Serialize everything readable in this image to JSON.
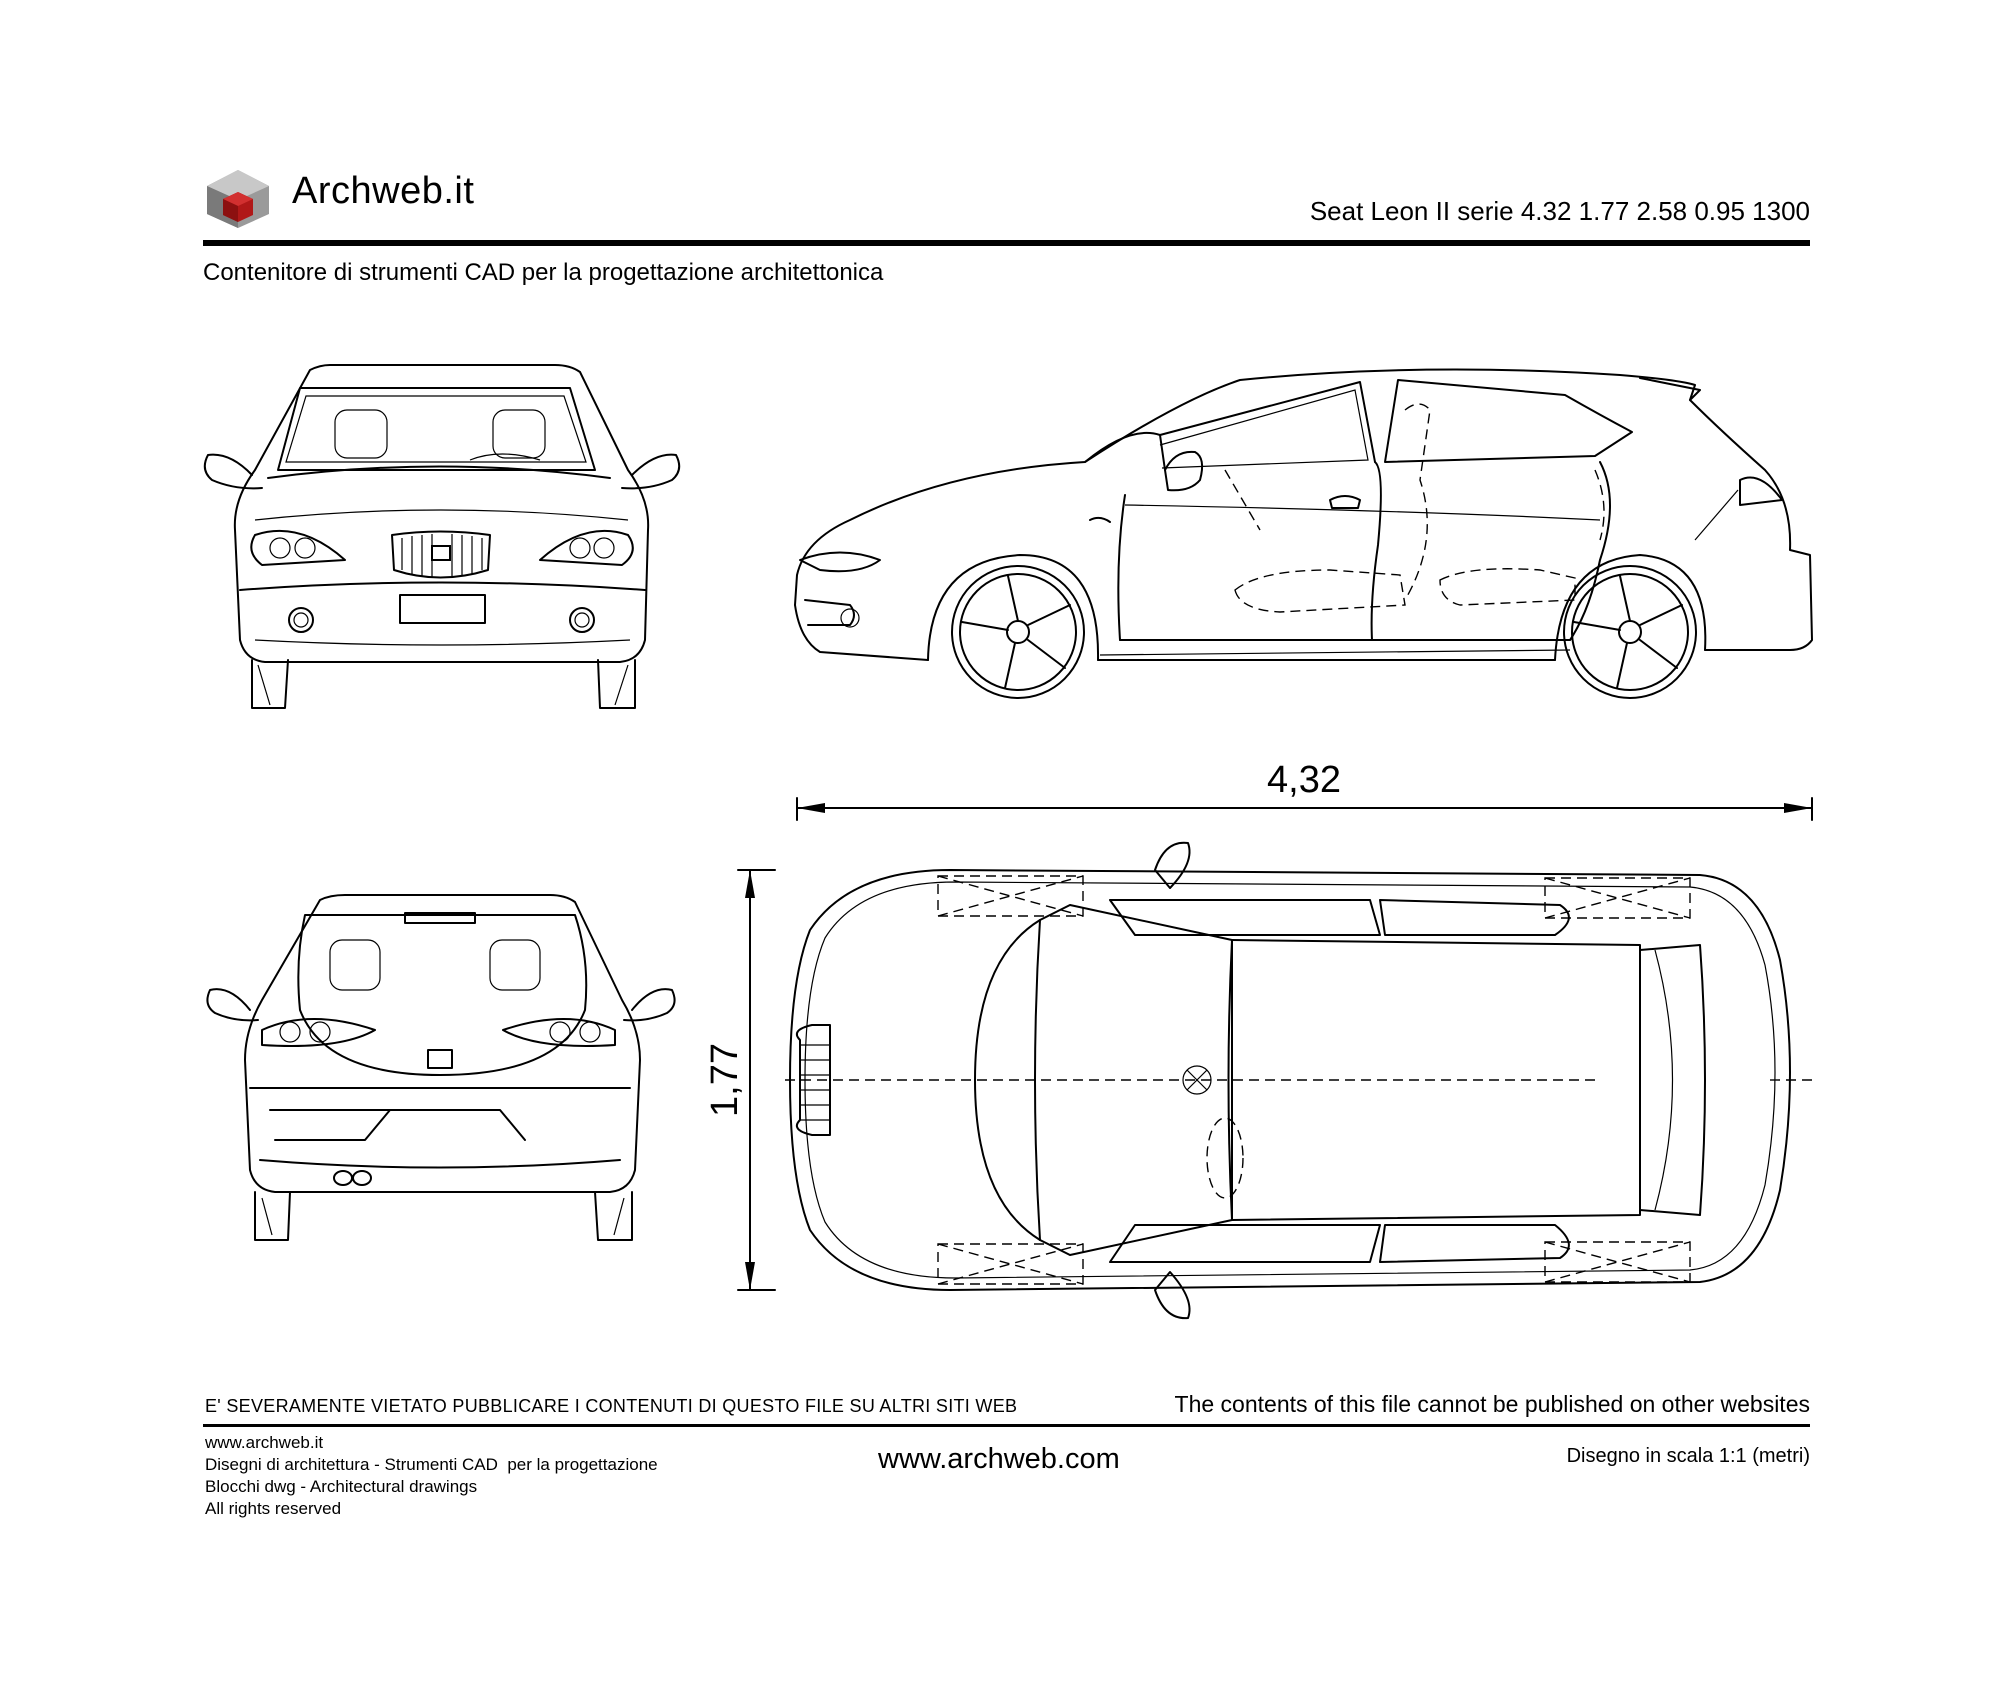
{
  "header": {
    "brand": "Archweb.it",
    "title": "Seat Leon II serie 4.32 1.77 2.58 0.95 1300",
    "subtitle": "Contenitore di strumenti CAD per la progettazione architettonica"
  },
  "dimensions": {
    "length_label": "4,32",
    "width_label": "1,77"
  },
  "footer": {
    "warning_it": "E' SEVERAMENTE VIETATO PUBBLICARE I CONTENUTI DI QUESTO FILE SU ALTRI SITI WEB",
    "warning_en": "The contents of this file cannot be published on other websites",
    "left_lines": [
      "www.archweb.it",
      "Disegni di architettura - Strumenti CAD  per la progettazione",
      "Blocchi dwg - Architectural drawings",
      "All rights reserved"
    ],
    "center_url": "www.archweb.com",
    "scale": "Disegno in scala 1:1 (metri)"
  },
  "colors": {
    "line": "#000000",
    "logo_red": "#b01818",
    "logo_grey": "#8a8a8a"
  }
}
